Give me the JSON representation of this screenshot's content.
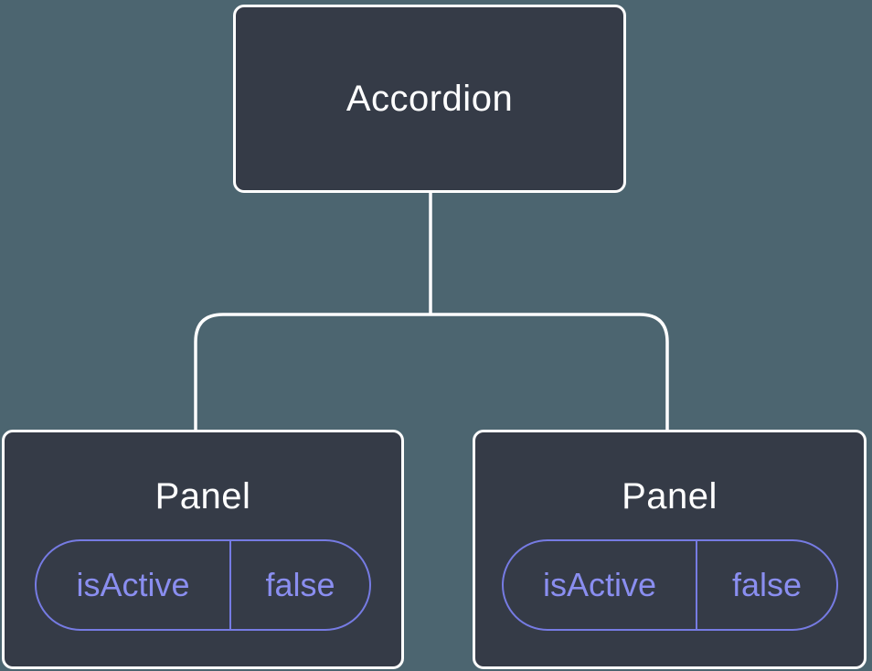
{
  "diagram": {
    "title": "component-state-tree",
    "colors": {
      "background": "#4C6570",
      "node_fill": "#353B47",
      "node_border": "#FFFFFF",
      "connector": "#FFFFFF",
      "state_accent": "#8A8EF0",
      "state_border": "#767BE3"
    },
    "tree": {
      "root": {
        "label": "Accordion"
      },
      "children": [
        {
          "label": "Panel",
          "state": {
            "key": "isActive",
            "value": "false"
          }
        },
        {
          "label": "Panel",
          "state": {
            "key": "isActive",
            "value": "false"
          }
        }
      ]
    }
  }
}
